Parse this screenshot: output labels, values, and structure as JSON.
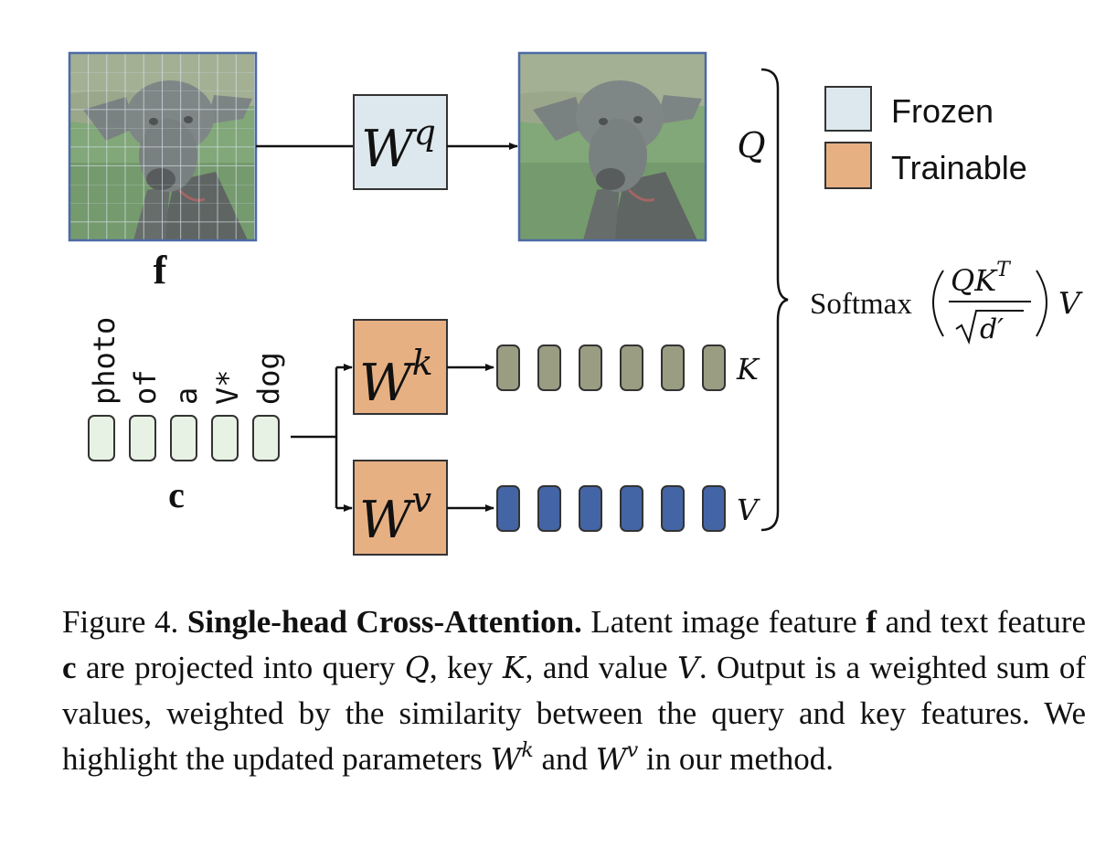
{
  "image_feature_label": "f",
  "text_feature_label": "c",
  "tokens": [
    "photo",
    "of",
    "a",
    "V*",
    "dog"
  ],
  "weights": {
    "query": {
      "base": "W",
      "sup": "q"
    },
    "key": {
      "base": "W",
      "sup": "k"
    },
    "value": {
      "base": "W",
      "sup": "v"
    }
  },
  "outputs": {
    "q_label": "Q",
    "k_label": "K",
    "v_label": "V"
  },
  "formula": {
    "softmax": "Softmax",
    "numerator_base": "QK",
    "numerator_sup": "T",
    "denominator": "d′",
    "trailing": "V"
  },
  "legend": {
    "frozen": "Frozen",
    "trainable": "Trainable"
  },
  "colors": {
    "frozen": "#dde8ee",
    "trainable": "#e7b083",
    "key_token": "#9b9d83",
    "value_token": "#4465a5",
    "text_token": "#e8f2e4",
    "image_border": "#4d6aa6"
  },
  "caption": {
    "figure_label": "Figure 4.",
    "title": "Single-head Cross-Attention.",
    "t1": "Latent image feature",
    "f": "f",
    "t2": "and text feature",
    "c": "c",
    "t3": "are projected into query",
    "Q": "Q",
    "t4": ", key",
    "K": "K",
    "t5": ", and value",
    "V": "V",
    "t6": ". Output is a weighted sum of values, weighted by the similarity between the query and key features. We highlight the updated parameters",
    "Wk_base": "W",
    "Wk_sup": "k",
    "t7": "and",
    "Wv_base": "W",
    "Wv_sup": "v",
    "t8": "in our method."
  }
}
